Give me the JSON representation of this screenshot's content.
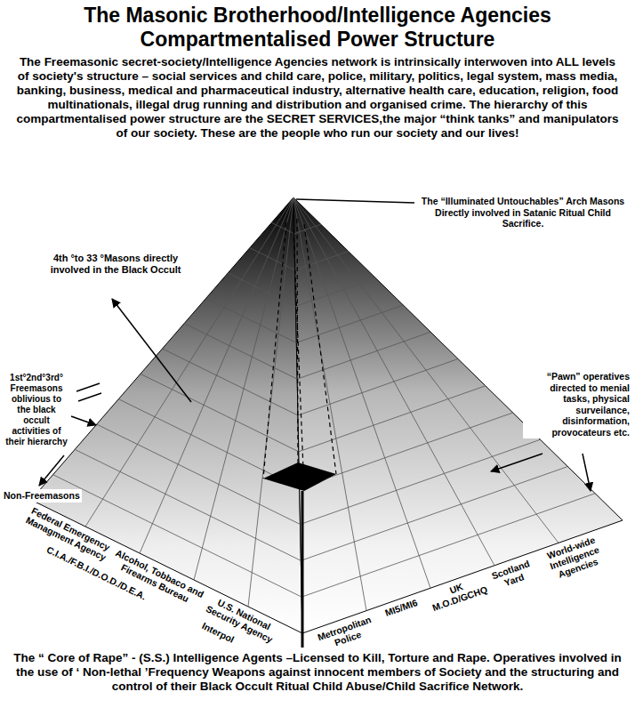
{
  "diagram": {
    "title": "The Masonic Brotherhood/Intelligence Agencies Compartmentalised Power Structure",
    "labels": [
      "The Freemasonic secret-society/Intelligence Agencies network is intrinsically interwoven into ALL levels of society's structure – social services and child care, police, military, politics, legal system, mass media, banking, business, medical and pharmaceutical industry, alternative health care, education, religion, food multinationals, illegal drug running and distribution and organised crime. The hierarchy of this compartmentalised power structure are the SECRET SERVICES,the major “think tanks” and manipulators of our society. These are the people who run our society and our lives!",
      "The “Illuminated Untouchables” Arch Masons Directly involved in Satanic Ritual Child Sacrifice.",
      "4th °to 33 °Masons directly involved in the Black Occult",
      "1st°2nd°3rd° Freemasons oblivious to the black occult activities of their hierarchy",
      "Non-Freemasons",
      "“Pawn” operatives directed to menial tasks, physical surveilance, disinformation, provocateurs etc.",
      "Federal Emergency Managment Agency",
      "Alcohol, Tobbaco and Firearms Bureau",
      "C.I.A./F.B.I./D.O.D./D.E.A.",
      "U.S. National Security Agency",
      "Interpol",
      "Metropolitan Police",
      "MI5/MI6",
      "UK M.O.D/GCHQ",
      "Scotland Yard",
      "World-wide Intelligence Agencies",
      "The “ Core of Rape” - (S.S.) Intelligence Agents –Licensed to Kill, Torture and Rape. Operatives involved in the use of ‘ Non-lethal ’Frequency Weapons against innocent members of Society and the structuring and control of their Black Occult Ritual Child Abuse/Child Sacrifice Network."
    ]
  }
}
